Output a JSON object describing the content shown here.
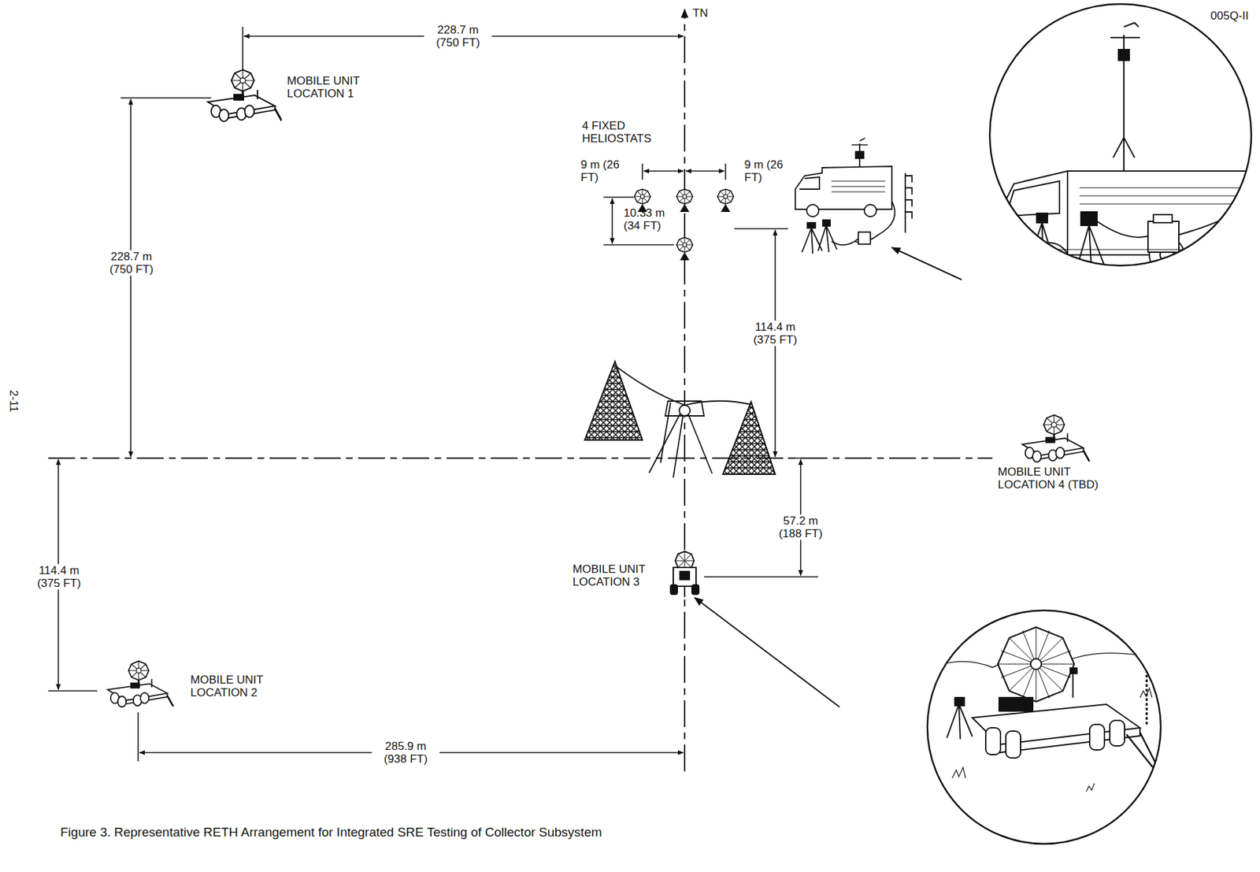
{
  "diagram": {
    "caption": "Figure 3. Representative RETH Arrangement for Integrated SRE Testing of Collector Subsystem",
    "labels": [
      "005Q-II",
      "TN",
      "2-11",
      "228.7 m (750 FT)",
      "MOBILE UNIT LOCATION 1",
      "228.7 m (750 FT)",
      "4 FIXED HELIOSTATS",
      "9 m (26 FT)",
      "9 m (26 FT)",
      "10.33 m (34 FT)",
      "114.4 m (375 FT)",
      "MOBILE UNIT LOCATION 4 (TBD)",
      "57.2 m (188 FT)",
      "MOBILE UNIT LOCATION 3",
      "114.4 m (375 FT)",
      "MOBILE UNIT LOCATION 2",
      "285.9 m (938 FT)"
    ]
  }
}
